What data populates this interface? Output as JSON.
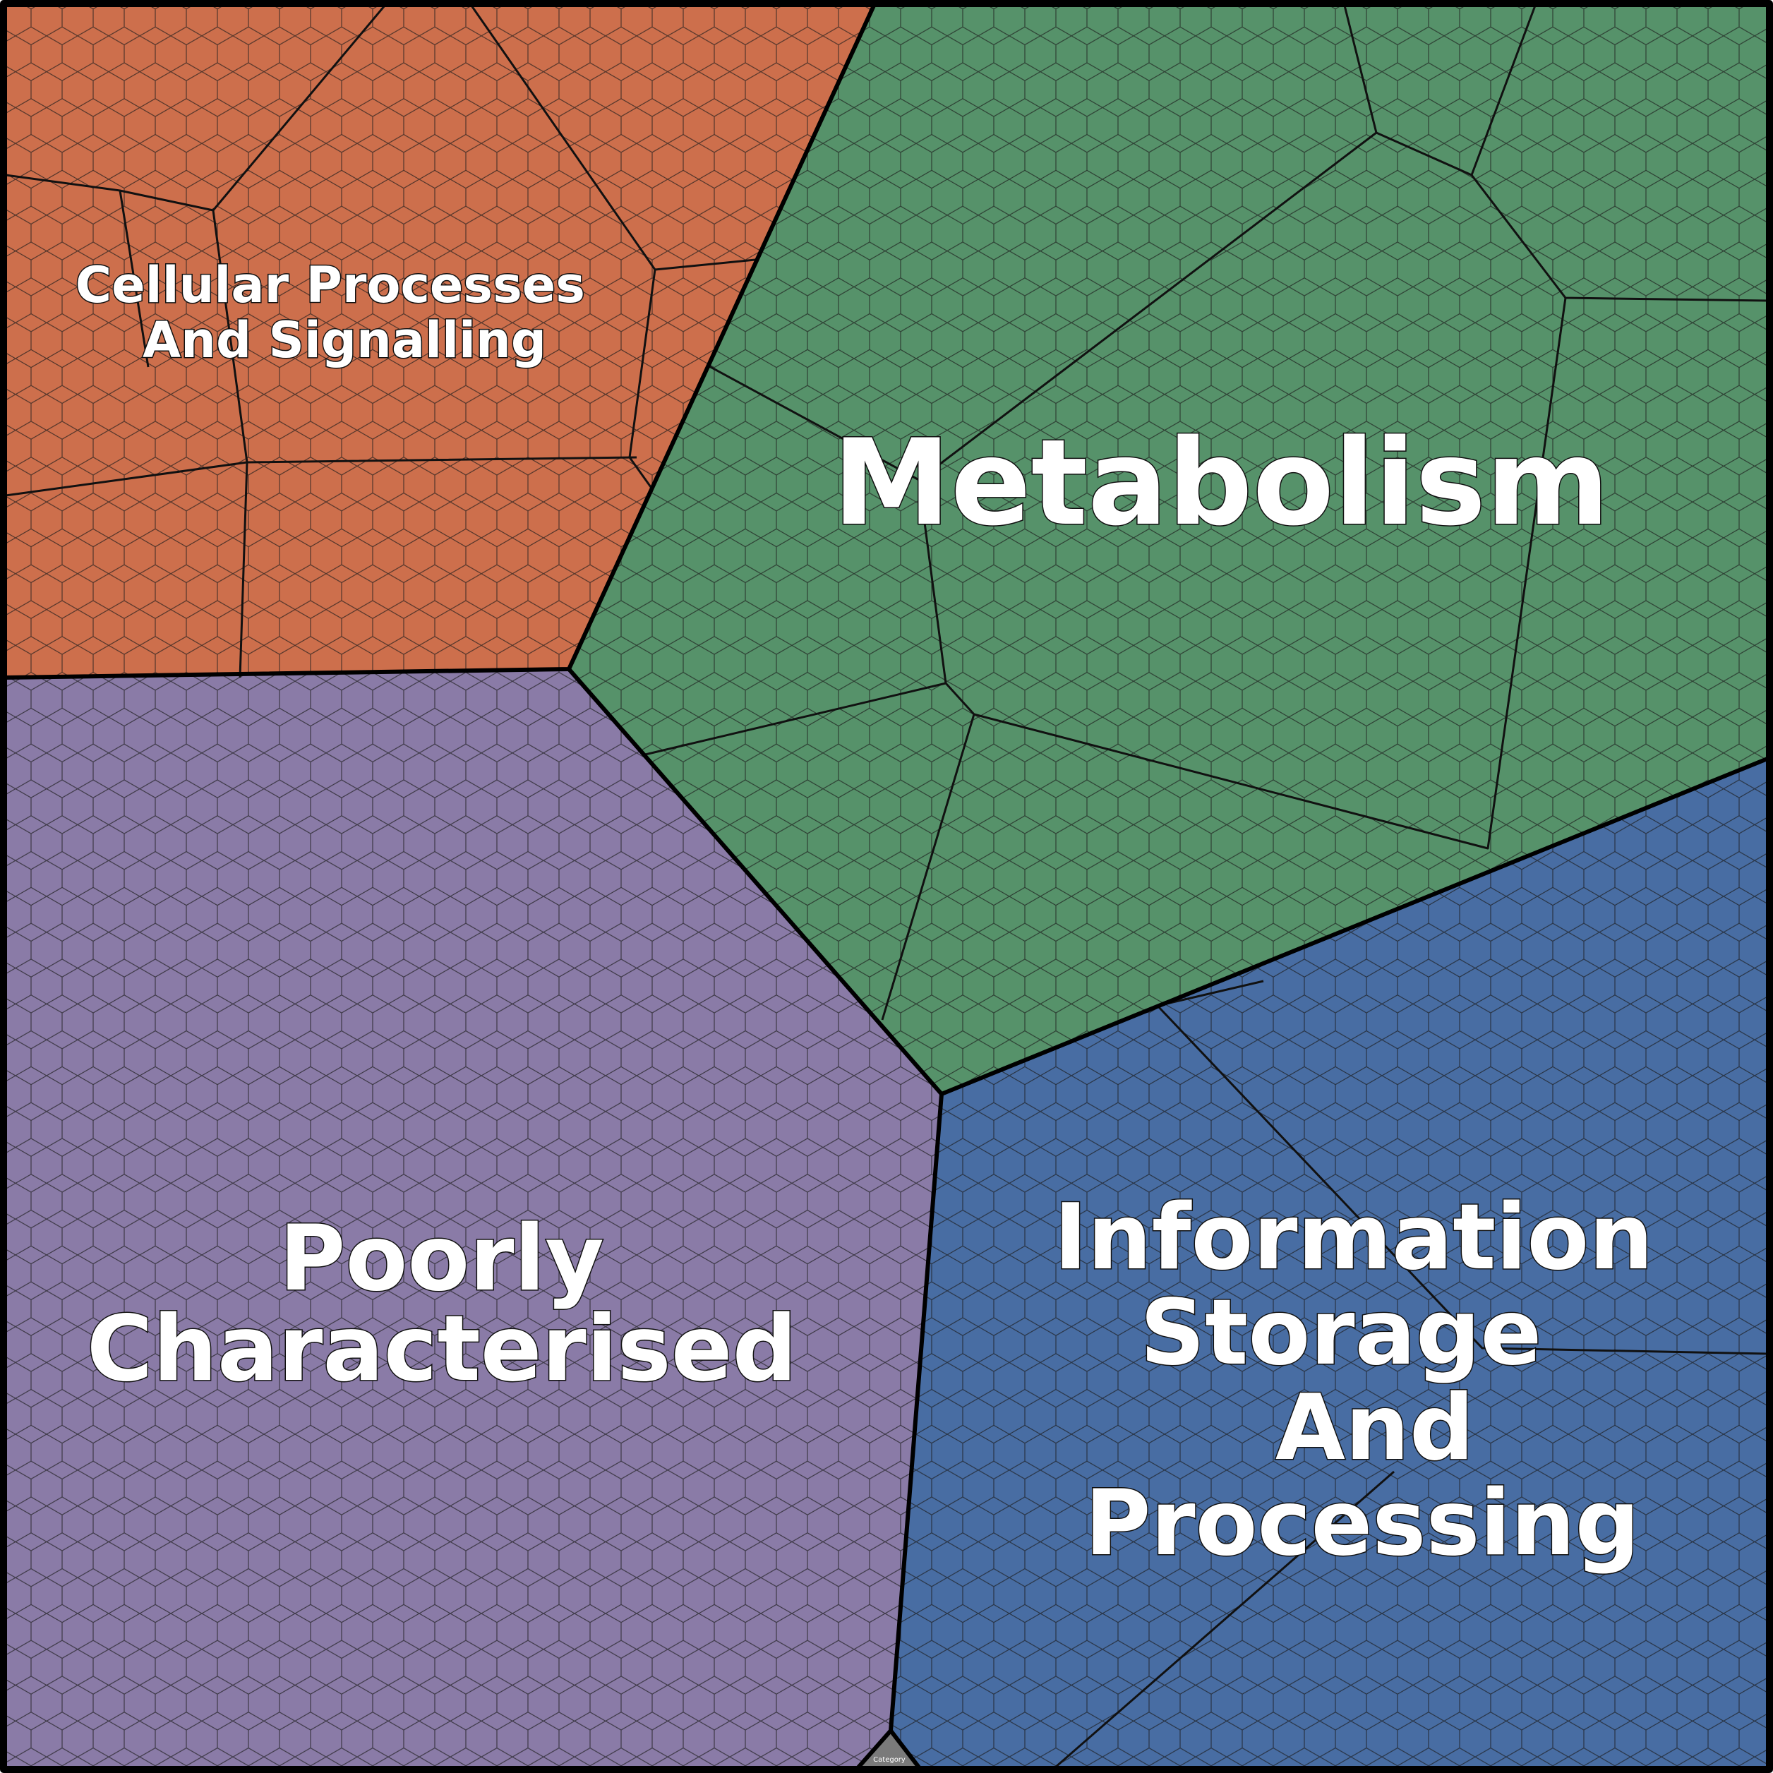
{
  "diagram": {
    "type": "voronoi-treemap",
    "cells": [
      {
        "id": "cellular",
        "label_lines": [
          "Cellular Processes",
          "And Signalling"
        ],
        "color": "#CD6F4C"
      },
      {
        "id": "metabolism",
        "label_lines": [
          "Metabolism"
        ],
        "color": "#56926A"
      },
      {
        "id": "poorly",
        "label_lines": [
          "Poorly",
          "Characterised"
        ],
        "color": "#8A7BA7"
      },
      {
        "id": "information",
        "label_lines": [
          "Information",
          "Storage",
          "And",
          "Processing"
        ],
        "color": "#486DA3"
      },
      {
        "id": "category",
        "label_lines": [
          "Category"
        ],
        "color": "#7A7A7A"
      }
    ]
  }
}
